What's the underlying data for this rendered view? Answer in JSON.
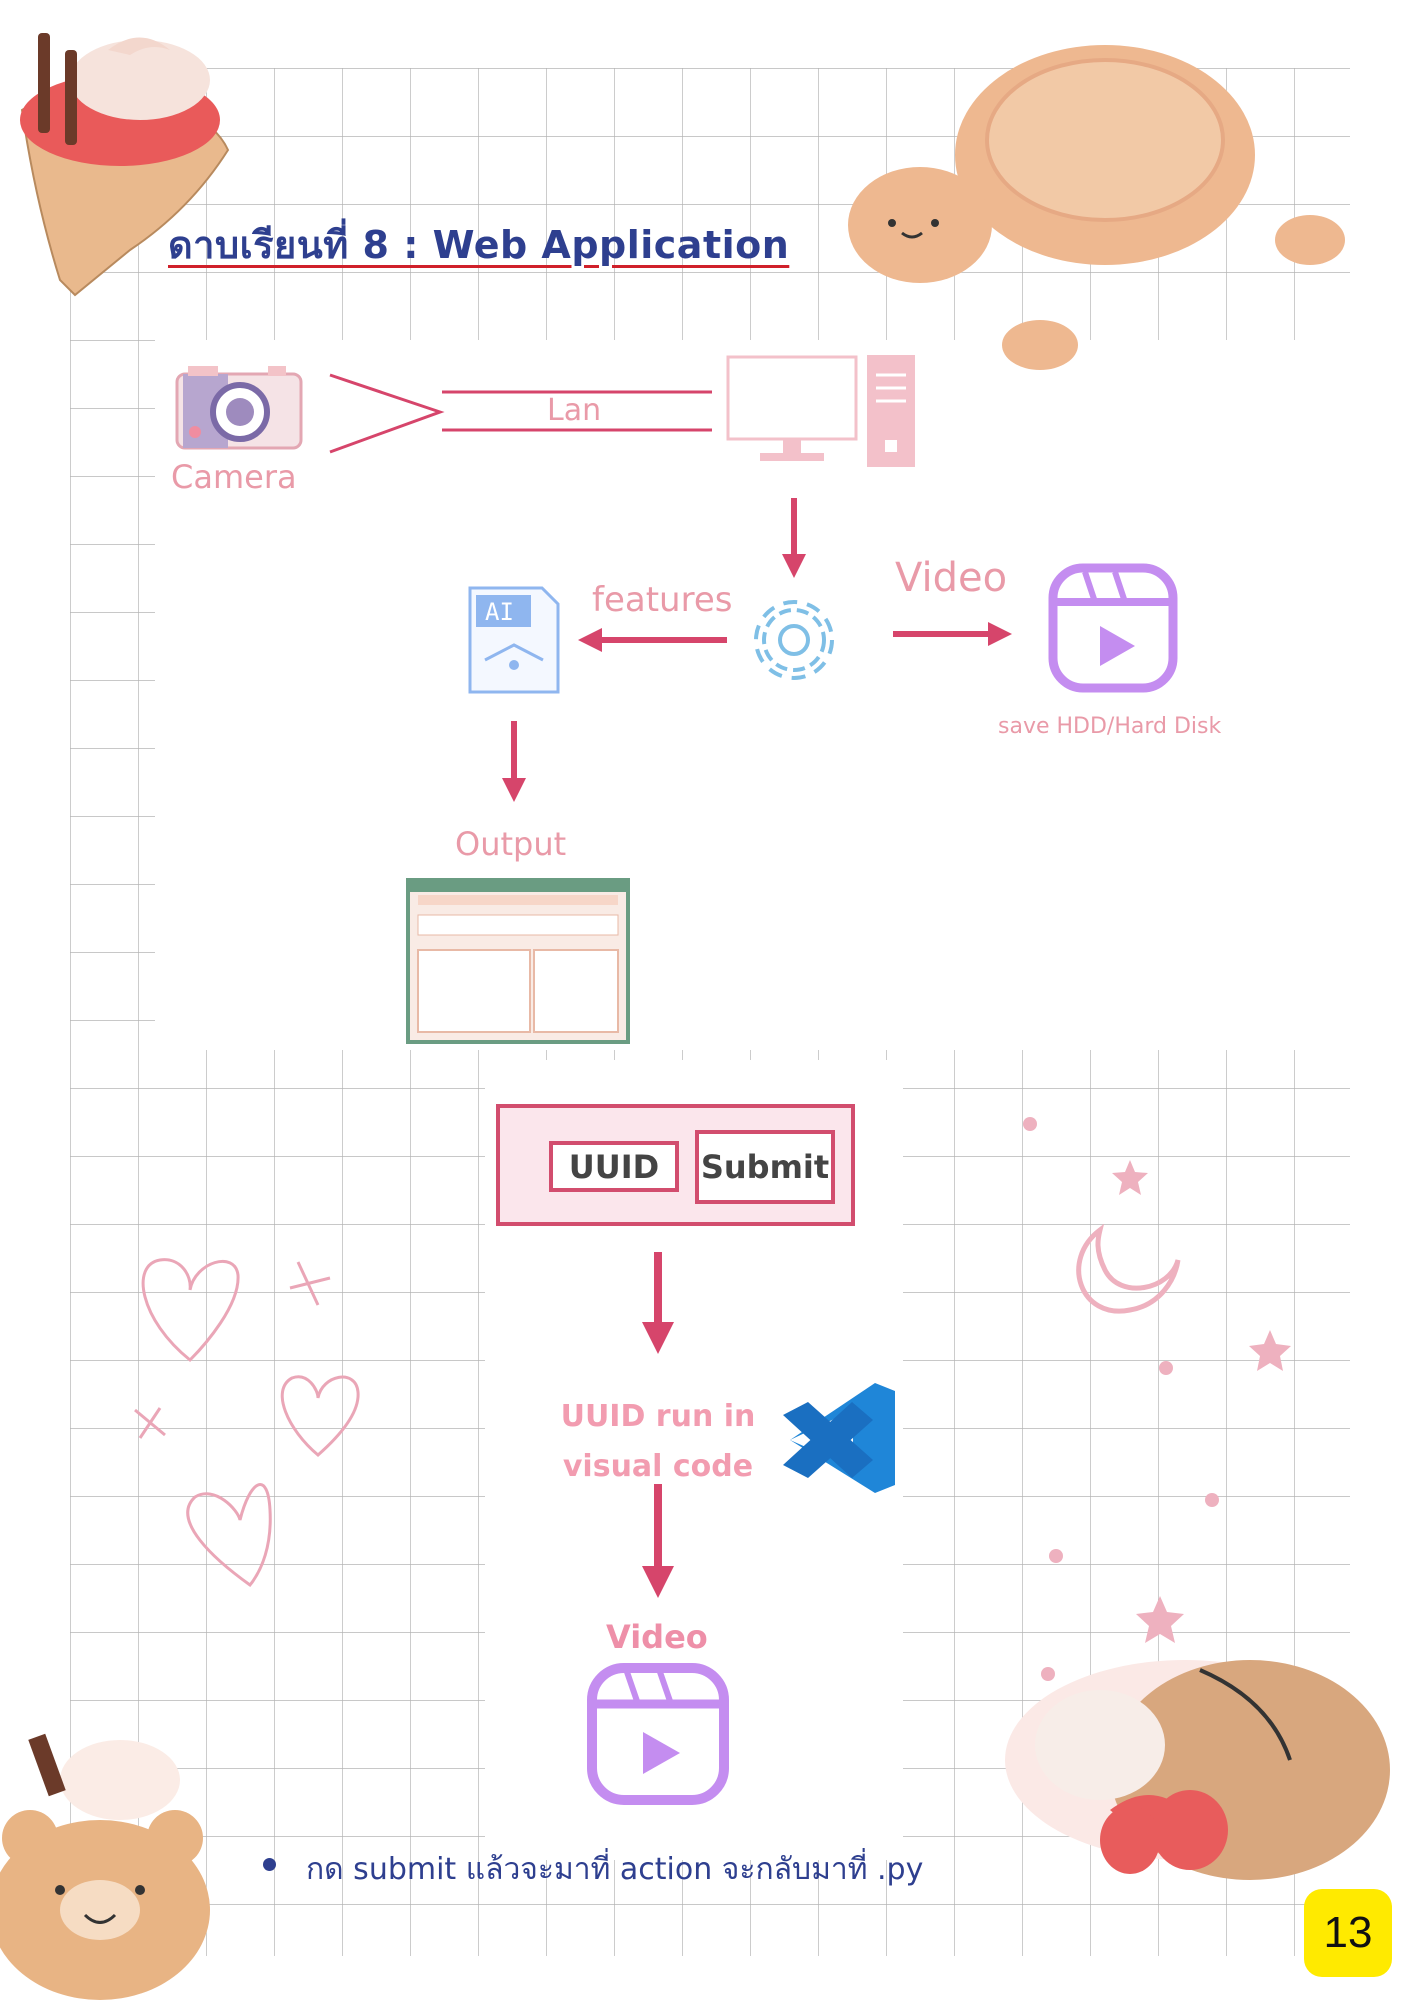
{
  "title": "ดาบเรียนที่ 8 : Web Application",
  "top_diagram": {
    "camera_label": "Camera",
    "lan_label": "Lan",
    "features_label": "features",
    "video_label": "Video",
    "storage_label": "save HDD/Hard Disk",
    "output_label": "Output",
    "ai_file_text": "AI"
  },
  "form": {
    "uuid_label": "UUID",
    "submit_label": "Submit"
  },
  "bottom_diagram": {
    "run_label": "UUID run in visual code",
    "video_label": "Video"
  },
  "note": "กด submit แล้วจะมาที่ action จะกลับมาที่ .py",
  "page_number": "13",
  "colors": {
    "title": "#2e3f8f",
    "accent_pink": "#d24d6e",
    "label_pink": "#e99aa8",
    "video_purple": "#c48df0",
    "vscode_blue": "#1a6fc1",
    "page_badge": "#ffea00"
  }
}
